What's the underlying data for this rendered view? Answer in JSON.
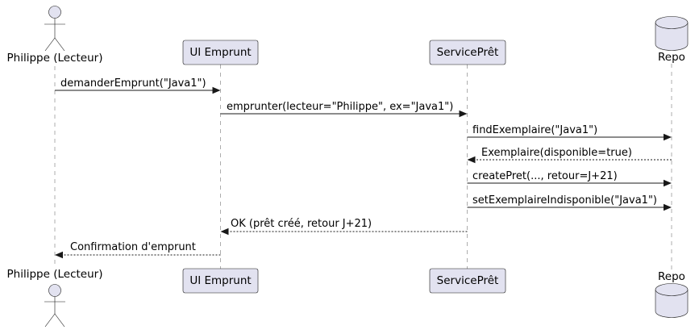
{
  "diagram": {
    "type": "uml-sequence-diagram",
    "participants": {
      "philippe": {
        "label": "Philippe (Lecteur)",
        "kind": "actor"
      },
      "ui": {
        "label": "UI Emprunt",
        "kind": "participant"
      },
      "service": {
        "label": "ServicePrêt",
        "kind": "participant"
      },
      "repo": {
        "label": "Repo",
        "kind": "database"
      }
    },
    "messages": [
      {
        "label": "demanderEmprunt(\"Java1\")",
        "from": "Philippe (Lecteur)",
        "to": "UI Emprunt",
        "line": "solid"
      },
      {
        "label": "emprunter(lecteur=\"Philippe\", ex=\"Java1\")",
        "from": "UI Emprunt",
        "to": "ServicePrêt",
        "line": "solid"
      },
      {
        "label": "findExemplaire(\"Java1\")",
        "from": "ServicePrêt",
        "to": "Repo",
        "line": "solid"
      },
      {
        "label": "Exemplaire(disponible=true)",
        "from": "Repo",
        "to": "ServicePrêt",
        "line": "dashed"
      },
      {
        "label": "createPret(..., retour=J+21)",
        "from": "ServicePrêt",
        "to": "Repo",
        "line": "solid"
      },
      {
        "label": "setExemplaireIndisponible(\"Java1\")",
        "from": "ServicePrêt",
        "to": "Repo",
        "line": "solid"
      },
      {
        "label": "OK (prêt créé, retour J+21)",
        "from": "ServicePrêt",
        "to": "UI Emprunt",
        "line": "dashed"
      },
      {
        "label": "Confirmation d'emprunt",
        "from": "UI Emprunt",
        "to": "Philippe (Lecteur)",
        "line": "dashed"
      }
    ],
    "colors": {
      "shape_fill": "#E2E2F0",
      "shape_border": "#181818",
      "lifeline": "#777777",
      "arrow": "#181818",
      "background": "#FFFFFF"
    }
  }
}
